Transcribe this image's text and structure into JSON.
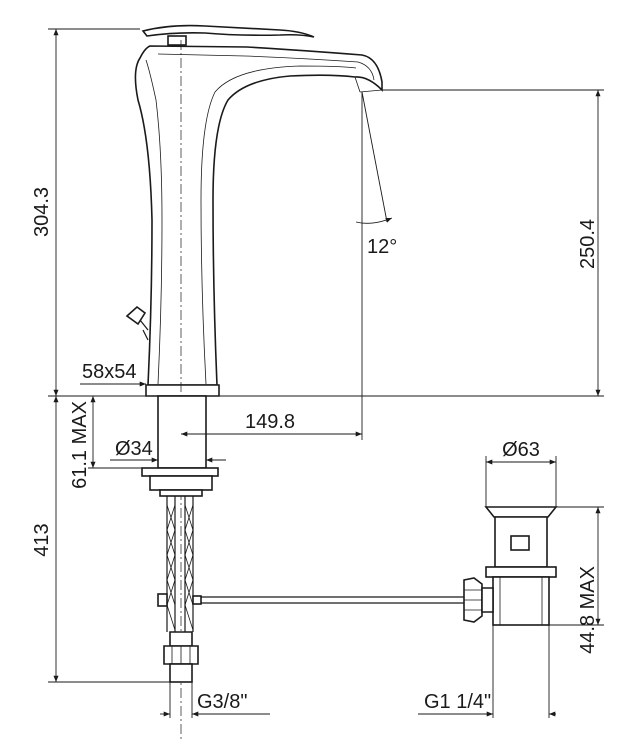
{
  "dimensions": {
    "overall_height": "304.3",
    "spout_height": "250.4",
    "spout_angle": "12°",
    "base_size": "58x54",
    "spout_reach": "149.8",
    "max_deck_thickness": "61.1 MAX",
    "shank_diameter": "Ø34",
    "below_deck_length": "413",
    "waste_diameter": "Ø63",
    "waste_max": "44.8 MAX",
    "supply_thread": "G3/8\"",
    "waste_thread": "G1 1/4\""
  }
}
